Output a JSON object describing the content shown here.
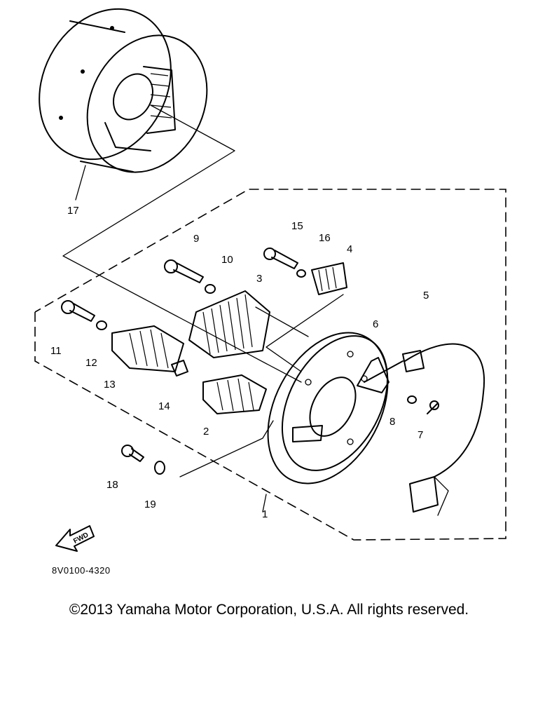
{
  "diagram": {
    "part_numbers": [
      "1",
      "2",
      "3",
      "4",
      "5",
      "6",
      "7",
      "8",
      "9",
      "10",
      "11",
      "12",
      "13",
      "14",
      "15",
      "16",
      "17",
      "18",
      "19"
    ],
    "direction_arrow": "FWD",
    "drawing_code": "8V0100-4320"
  },
  "footer": {
    "copyright": "©2013 Yamaha Motor Corporation, U.S.A. All rights reserved."
  },
  "colors": {
    "ink": "#000000",
    "background": "#ffffff"
  }
}
